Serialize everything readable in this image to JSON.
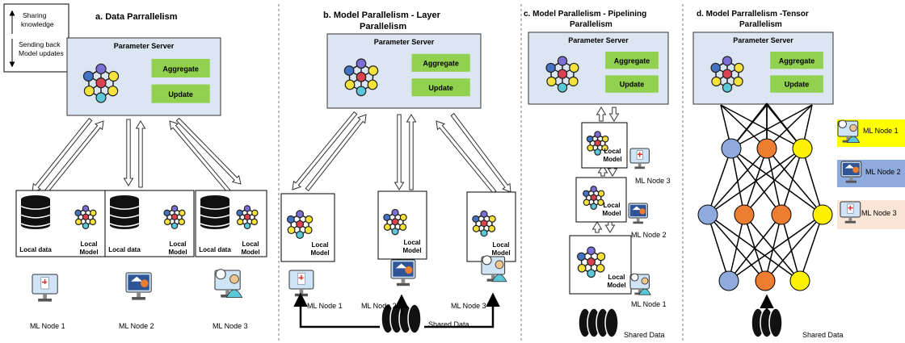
{
  "legend": {
    "sharing": "Sharing knowledge",
    "sending": "Sending back Model updates"
  },
  "panel_a": {
    "title": "a. Data Parrallelism",
    "server": {
      "title": "Parameter Server",
      "aggregate": "Aggregate",
      "update": "Update"
    },
    "local_data": "Local data",
    "local_model": "Local Model",
    "node1": "ML Node 1",
    "node2": "ML Node 2",
    "node3": "ML Node 3"
  },
  "panel_b": {
    "title": "b. Model Parallelism - Layer Parallelism",
    "server": {
      "title": "Parameter Server",
      "aggregate": "Aggregate",
      "update": "Update"
    },
    "local_model": "Local Model",
    "node1": "ML Node 1",
    "node2": "ML Node 2",
    "node3": "ML Node 3",
    "shared_data": "Shared Data"
  },
  "panel_c": {
    "title": "c. Model Parallelism - Pipelining Parallelism",
    "server": {
      "title": "Parameter Server",
      "aggregate": "Aggregate",
      "update": "Update"
    },
    "local_model": "Local Model",
    "node1": "ML Node 1",
    "node2": "ML Node 2",
    "node3": "ML Node 3",
    "shared_data": "Shared Data"
  },
  "panel_d": {
    "title": "d. Model Parrallelism -Tensor Parallelism",
    "server": {
      "title": "Parameter Server",
      "aggregate": "Aggregate",
      "update": "Update"
    },
    "node1": "ML Node 1",
    "node2": "ML Node 2",
    "node3": "ML Node 3",
    "shared_data": "Shared Data"
  },
  "colors": {
    "server_bg": "#dce6f2",
    "green_box": "#92d050",
    "node_purple": "#7b6fd6",
    "node_blue": "#4472c4",
    "node_red": "#d9434f",
    "node_yellow": "#f5e33c",
    "node_teal": "#5bc8d8",
    "node_orange": "#ed7d31",
    "tensor_blue": "#8faadc",
    "tensor_yellow": "#fff200",
    "legend_n1": "#ffff00",
    "legend_n2": "#8faadc",
    "legend_n3": "#fbe5d6"
  }
}
